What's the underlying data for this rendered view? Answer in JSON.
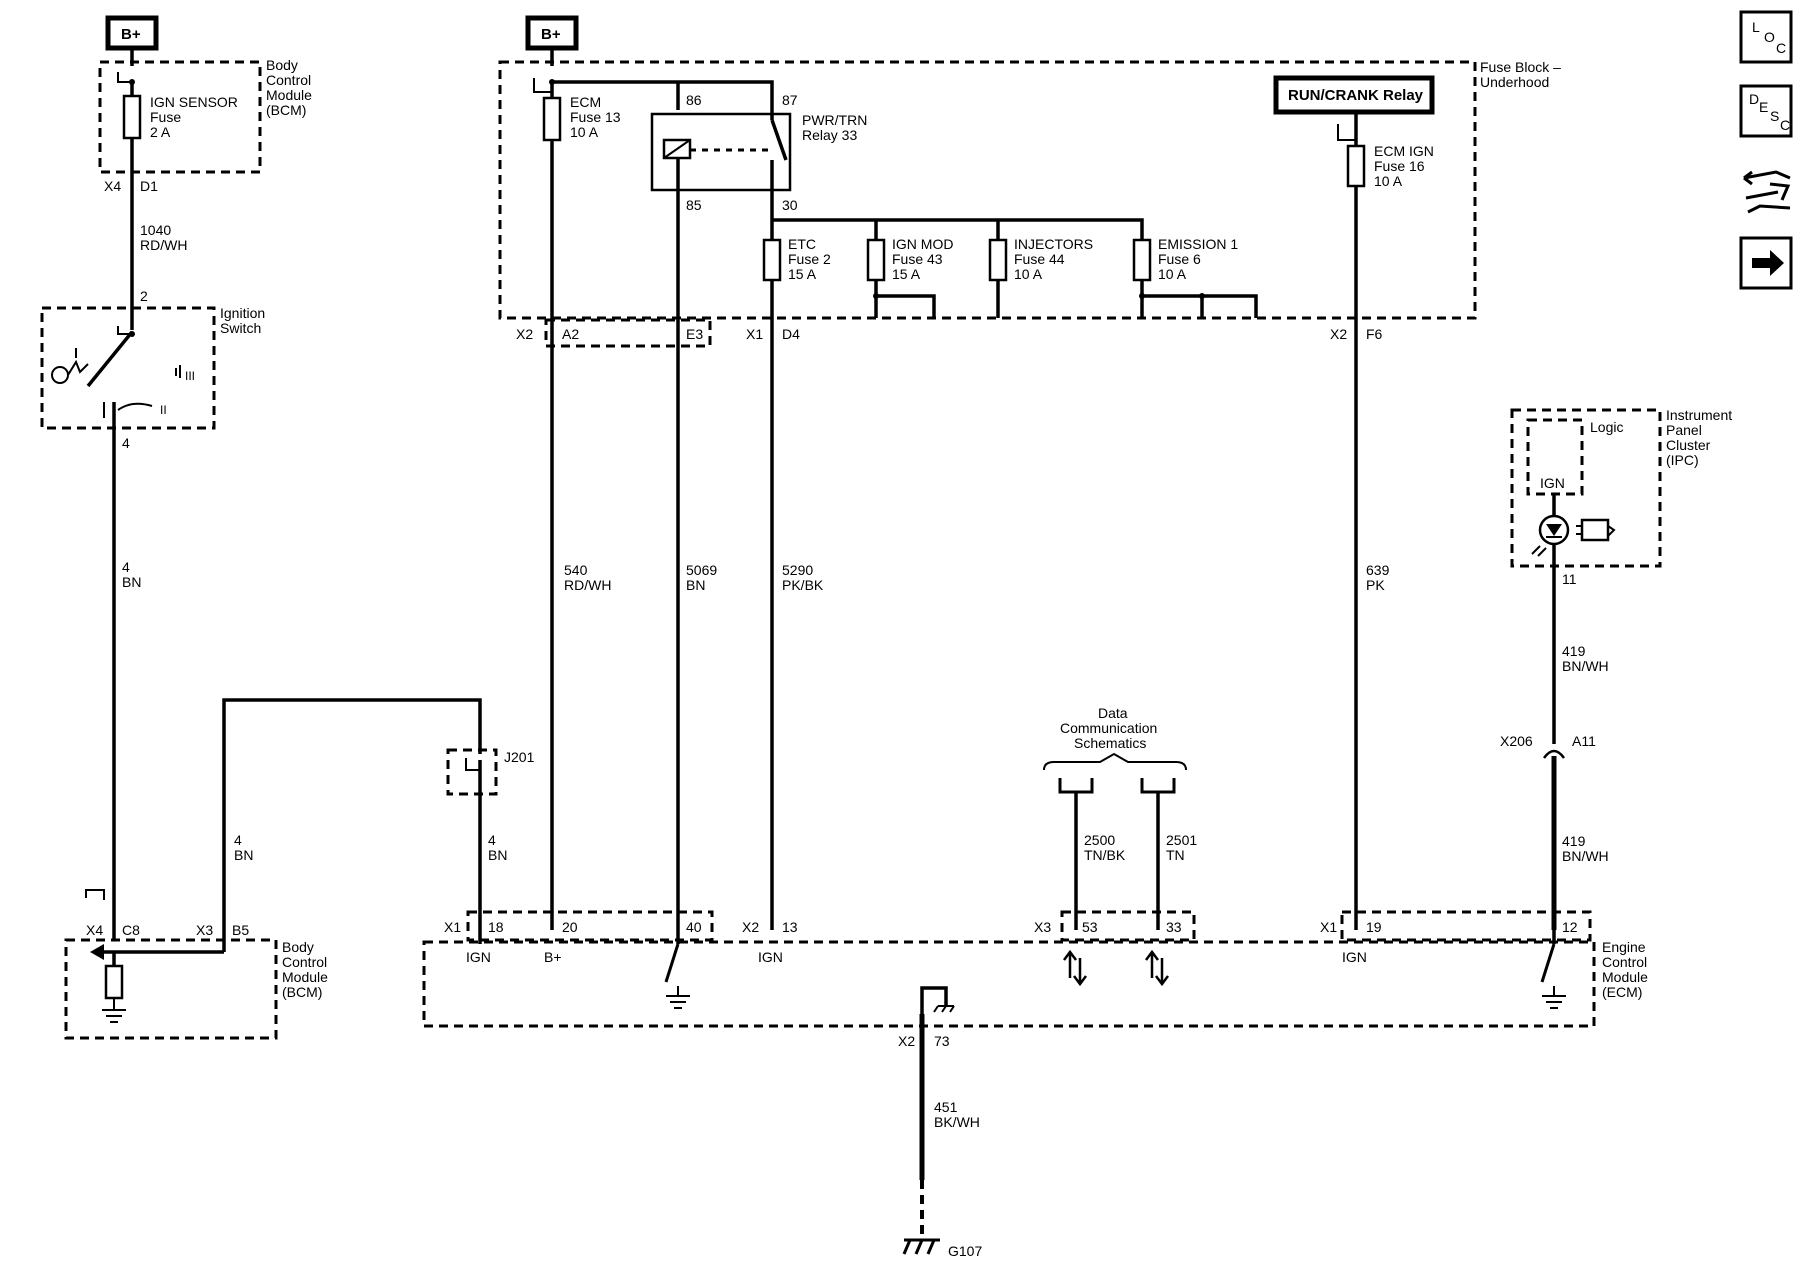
{
  "power": {
    "bplus": "B+"
  },
  "nav": {
    "loc_l": "L",
    "loc_o": "O",
    "loc_c": "C",
    "desc_d": "D",
    "desc_e": "E",
    "desc_s": "S",
    "desc_c": "C"
  },
  "bcm": {
    "title": [
      "Body",
      "Control",
      "Module",
      "(BCM)"
    ],
    "fuse": [
      "IGN SENSOR",
      "Fuse",
      "2 A"
    ],
    "conn1": [
      "X4",
      "D1"
    ],
    "conn2": [
      "X4",
      "C8"
    ],
    "conn3": [
      "X3",
      "B5"
    ]
  },
  "ignition": {
    "title": [
      "Ignition",
      "Switch"
    ],
    "pin_in": "2",
    "pin_out": "4",
    "pos_i": "I",
    "pos_ii": "II",
    "pos_iii": "III"
  },
  "fuse_block": {
    "title": [
      "Fuse Block –",
      "Underhood"
    ],
    "ecm_fuse": [
      "ECM",
      "Fuse 13",
      "10 A"
    ],
    "relay": [
      "PWR/TRN",
      "Relay 33"
    ],
    "relay_pins": [
      "86",
      "87",
      "85",
      "30"
    ],
    "run_crank": "RUN/CRANK Relay",
    "ecm_ign_fuse": [
      "ECM IGN",
      "Fuse 16",
      "10 A"
    ],
    "etc_fuse": [
      "ETC",
      "Fuse 2",
      "15 A"
    ],
    "ign_mod_fuse": [
      "IGN MOD",
      "Fuse 43",
      "15 A"
    ],
    "injectors_fuse": [
      "INJECTORS",
      "Fuse 44",
      "10 A"
    ],
    "emission_fuse": [
      "EMISSION 1",
      "Fuse 6",
      "10 A"
    ],
    "conn_x2": "X2",
    "pin_a2": "A2",
    "pin_e3": "E3",
    "conn_x1": "X1",
    "pin_d4": "D4",
    "conn_x2b": "X2",
    "pin_f6": "F6"
  },
  "wires": {
    "w1040": [
      "1040",
      "RD/WH"
    ],
    "w4a": [
      "4",
      "BN"
    ],
    "w4b": [
      "4",
      "BN"
    ],
    "w4c": [
      "4",
      "BN"
    ],
    "w540": [
      "540",
      "RD/WH"
    ],
    "w5069": [
      "5069",
      "BN"
    ],
    "w5290": [
      "5290",
      "PK/BK"
    ],
    "w639": [
      "639",
      "PK"
    ],
    "w419a": [
      "419",
      "BN/WH"
    ],
    "w419b": [
      "419",
      "BN/WH"
    ],
    "w2500": [
      "2500",
      "TN/BK"
    ],
    "w2501": [
      "2501",
      "TN"
    ],
    "w451": [
      "451",
      "BK/WH"
    ]
  },
  "splice": "J201",
  "data_comm": [
    "Data",
    "Communication",
    "Schematics"
  ],
  "ipc": {
    "title": [
      "Instrument",
      "Panel",
      "Cluster",
      "(IPC)"
    ],
    "logic": "Logic",
    "ign": "IGN",
    "pin": "11"
  },
  "x206": {
    "conn": "X206",
    "pin": "A11"
  },
  "ecm": {
    "title": [
      "Engine",
      "Control",
      "Module",
      "(ECM)"
    ],
    "x1": "X1",
    "p18": "18",
    "p20": "20",
    "p40": "40",
    "x2": "X2",
    "p13": "13",
    "x3": "X3",
    "p53": "53",
    "p33": "33",
    "x1b": "X1",
    "p19": "19",
    "p12": "12",
    "ign": "IGN",
    "bplus": "B+",
    "gnd_conn": "X2",
    "gnd_pin": "73"
  },
  "ground": "G107"
}
